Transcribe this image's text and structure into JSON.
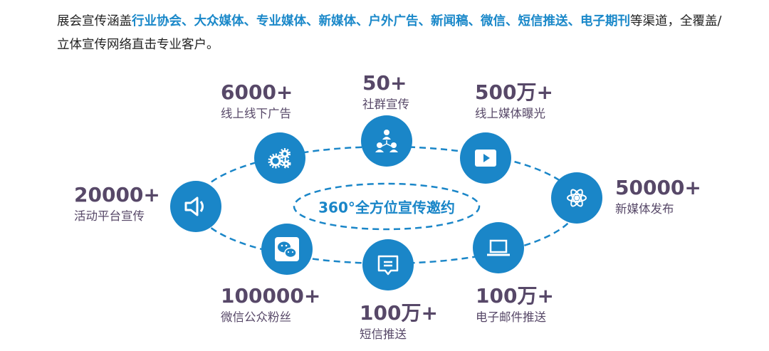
{
  "intro": {
    "prefix": "展会宣传涵盖",
    "channels": "行业协会、大众媒体、专业媒体、新媒体、户外广告、新闻稿、微信、短信推送、电子期刊",
    "suffix": "等渠道，全覆盖/立体宣传网络直击专业客户。"
  },
  "center_label": "360°全方位宣传邀约",
  "colors": {
    "accent": "#1a86c8",
    "number": "#574868"
  },
  "nodes": [
    {
      "icon": "gears-icon",
      "value": "6000+",
      "label": "线上线下广告"
    },
    {
      "icon": "group-icon",
      "value": "50+",
      "label": "社群宣传"
    },
    {
      "icon": "video-play-icon",
      "value": "500万+",
      "label": "线上媒体曝光"
    },
    {
      "icon": "speaker-icon",
      "value": "20000+",
      "label": "活动平台宣传"
    },
    {
      "icon": "atom-icon",
      "value": "50000+",
      "label": "新媒体发布"
    },
    {
      "icon": "wechat-icon",
      "value": "100000+",
      "label": "微信公众粉丝"
    },
    {
      "icon": "message-icon",
      "value": "100万+",
      "label": "短信推送"
    },
    {
      "icon": "laptop-icon",
      "value": "100万+",
      "label": "电子邮件推送"
    }
  ]
}
